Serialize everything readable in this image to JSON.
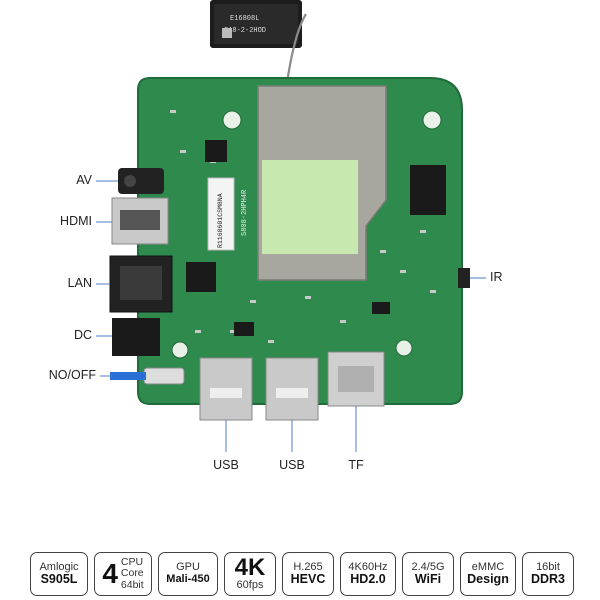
{
  "callouts": {
    "av": "AV",
    "hdmi": "HDMI",
    "lan": "LAN",
    "dc": "DC",
    "power": "NO/OFF",
    "ir": "IR",
    "usb1": "USB",
    "usb2": "USB",
    "tf": "TF"
  },
  "board_print": {
    "model_label": "S808-2HPH4R",
    "serial_label": "R1168601CSM8NA",
    "antenna_label_line1": "E16808L",
    "antenna_label_line2": "S18-2-2HOD"
  },
  "badges": [
    {
      "top": "Amlogic",
      "main": "S905L"
    },
    {
      "num": "4",
      "side1": "CPU",
      "side2": "Core",
      "side3": "64bit"
    },
    {
      "top": "GPU",
      "main": "Mali-450"
    },
    {
      "big": "4K",
      "sub": "60fps"
    },
    {
      "top": "H.265",
      "main": "HEVC"
    },
    {
      "top": "4K60Hz",
      "main": "HD2.0"
    },
    {
      "top": "2.4/5G",
      "main": "WiFi"
    },
    {
      "top": "eMMC",
      "main": "Design"
    },
    {
      "top": "16bit",
      "main": "DDR3"
    }
  ],
  "colors": {
    "pcb": "#2f8a4e",
    "pcb_dark": "#1f6b3a",
    "shield": "#a7a7a0",
    "thermal_pad": "#c7e9b0",
    "connector_metal": "#c9c9c9"
  }
}
